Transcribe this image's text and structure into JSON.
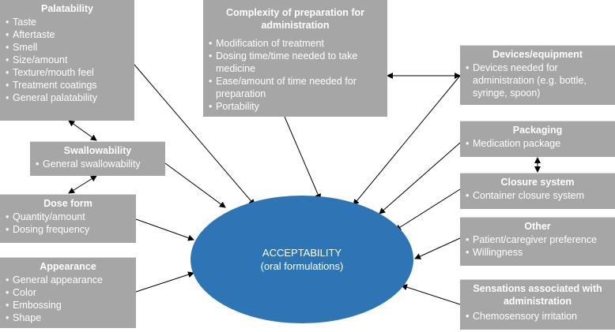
{
  "center": {
    "title": "ACCEPTABILITY",
    "subtitle": "(oral formulations)"
  },
  "boxes": {
    "palatability": {
      "title": "Palatability",
      "items": [
        "Taste",
        "Aftertaste",
        "Smell",
        "Size/amount",
        "Texture/mouth feel",
        "Treatment coatings",
        "General palatability"
      ]
    },
    "swallowability": {
      "title": "Swallowability",
      "items": [
        "General swallowability"
      ]
    },
    "dose_form": {
      "title": "Dose form",
      "items": [
        "Quantity/amount",
        "Dosing frequency"
      ]
    },
    "appearance": {
      "title": "Appearance",
      "items": [
        "General appearance",
        "Color",
        "Embossing",
        "Shape"
      ]
    },
    "complexity": {
      "title": "Complexity of preparation for administration",
      "items": [
        "Modification of treatment",
        "Dosing time/time needed to take medicine",
        "Ease/amount of time needed for preparation",
        "Portability"
      ]
    },
    "devices": {
      "title": "Devices/equipment",
      "items": [
        "Devices needed for administration (e.g. bottle, syringe, spoon)"
      ]
    },
    "packaging": {
      "title": "Packaging",
      "items": [
        "Medication package"
      ]
    },
    "closure": {
      "title": "Closure system",
      "items": [
        "Container closure system"
      ]
    },
    "other": {
      "title": "Other",
      "items": [
        "Patient/caregiver preference",
        "Willingness"
      ]
    },
    "sensations": {
      "title": "Sensations associated with administration",
      "items": [
        "Chemosensory irritation"
      ]
    }
  },
  "colors": {
    "box_fill": "#a6a6a6",
    "ellipse_fill": "#2e75b6",
    "arrow": "#000000",
    "text_light": "#ffffff"
  }
}
